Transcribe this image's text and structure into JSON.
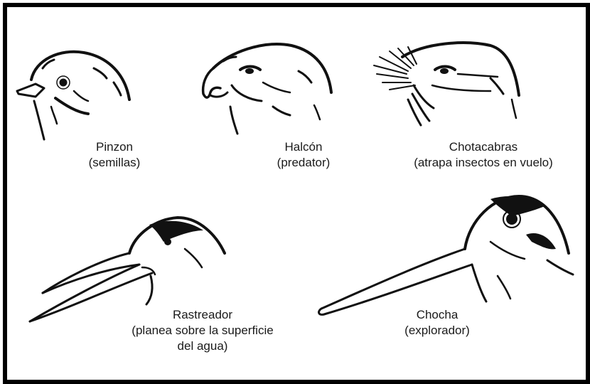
{
  "birds": [
    {
      "name": "Pinzon",
      "role": "(semillas)",
      "icon": "finch-head-icon"
    },
    {
      "name": "Halcón",
      "role": "(predator)",
      "icon": "hawk-head-icon"
    },
    {
      "name": "Chotacabras",
      "role": "(atrapa insectos en vuelo)",
      "icon": "nightjar-head-icon"
    },
    {
      "name": "Rastreador",
      "role_lines": [
        "(planea sobre la superficie",
        "del agua)"
      ],
      "icon": "skimmer-head-icon"
    },
    {
      "name": "Chocha",
      "role": "(explorador)",
      "icon": "woodcock-head-icon"
    }
  ]
}
